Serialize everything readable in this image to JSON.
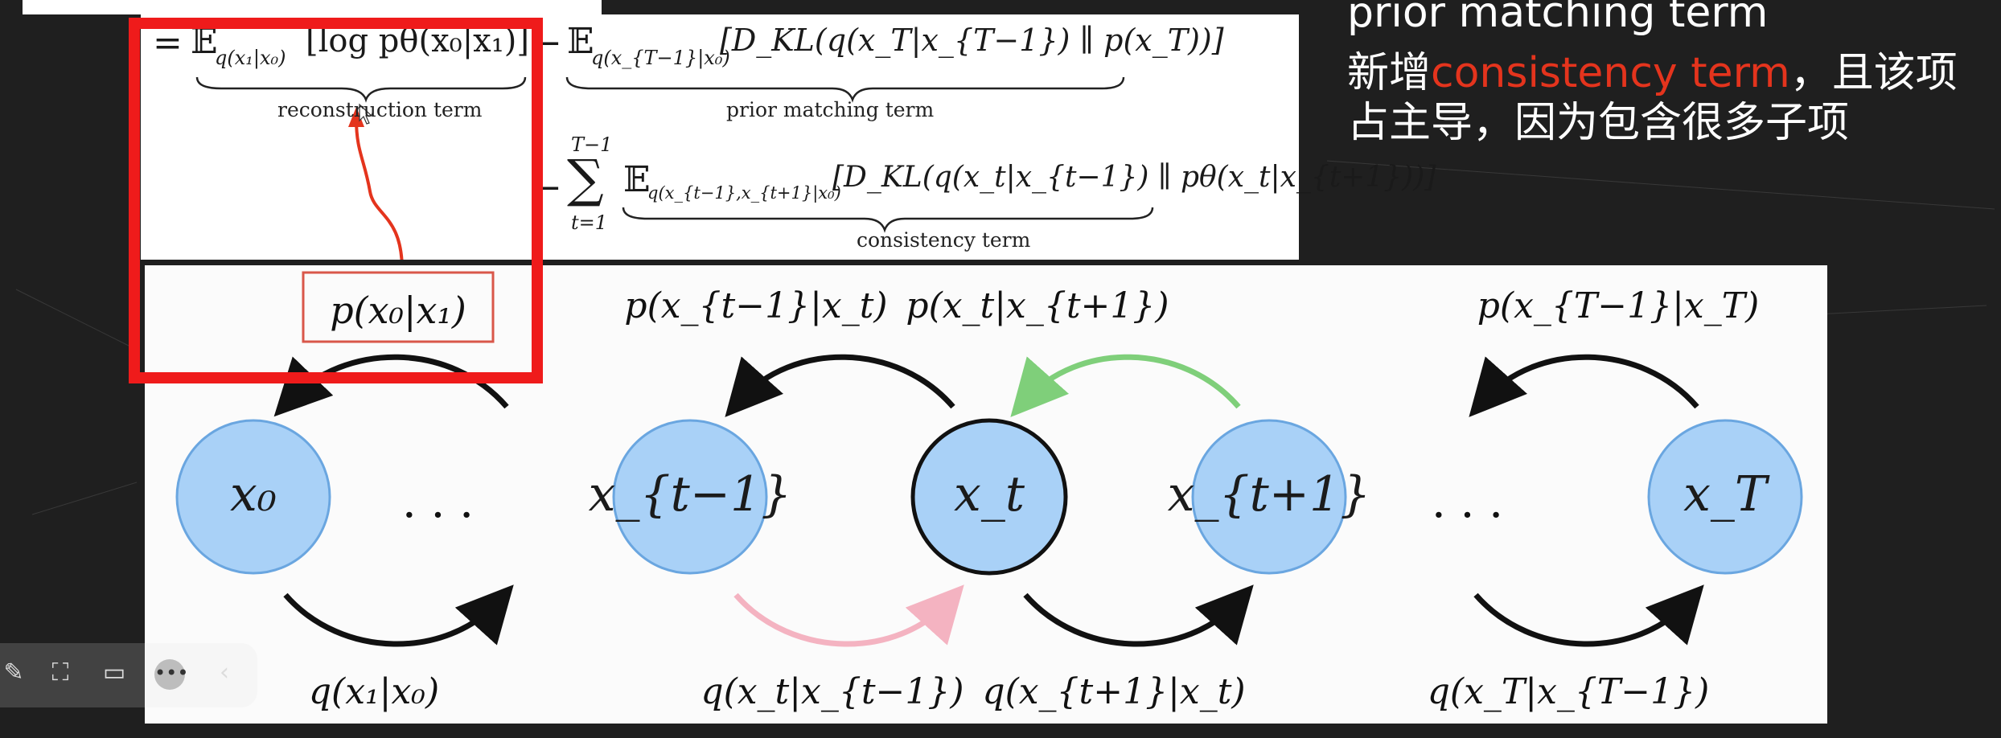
{
  "formula": {
    "eq": "=",
    "recon_expect": "𝔼",
    "recon_sub": "q(x₁|x₀)",
    "recon_body": "[log pθ(x₀|x₁)]",
    "recon_label": "reconstruction term",
    "minus1": "−",
    "prior_expect": "𝔼",
    "prior_sub": "q(x_{T−1}|x₀)",
    "prior_body": "[D_KL(q(x_T|x_{T−1}) ∥ p(x_T))]",
    "prior_label": "prior matching term",
    "minus2": "−",
    "sum_top": "T−1",
    "sum_sym": "∑",
    "sum_bottom": "t=1",
    "cons_expect": "𝔼",
    "cons_sub": "q(x_{t−1},x_{t+1}|x₀)",
    "cons_body": "[D_KL(q(x_t|x_{t−1}) ∥ pθ(x_t|x_{t+1}))]",
    "cons_label": "consistency term"
  },
  "annotation": {
    "line1": "prior matching term",
    "line2_pre": "新增",
    "line2_red": "consistency term",
    "line2_post": "，且该项",
    "line3": "占主导，因为包含很多子项"
  },
  "diagram": {
    "boxed_label": "p(x₀|x₁)",
    "top_labels": [
      "p(x_{t−1}|x_t)",
      "p(x_t|x_{t+1})",
      "p(x_{T−1}|x_T)"
    ],
    "bottom_labels": [
      "q(x₁|x₀)",
      "q(x_t|x_{t−1})",
      "q(x_{t+1}|x_t)",
      "q(x_T|x_{T−1})"
    ],
    "nodes": [
      "x₀",
      "x_{t−1}",
      "x_t",
      "x_{t+1}",
      "x_T"
    ],
    "ellipsis": "· · ·",
    "node_fill": "#a9d1f7",
    "green_arrow": "#7fcf7a",
    "pink_arrow": "#f4b3c1",
    "red_accent": "#e4341d"
  },
  "toolbar": {
    "icons": [
      "pen-icon",
      "screenshot-icon",
      "video-icon",
      "more-icon",
      "collapse-icon"
    ]
  }
}
